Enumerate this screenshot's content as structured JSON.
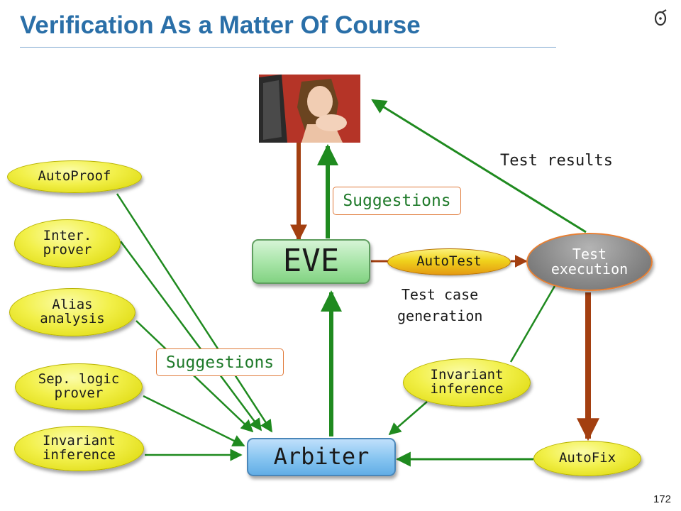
{
  "slide": {
    "title": "Verification As a Matter Of Course",
    "page_number": "172",
    "logo_icon": "eiffel-logo-icon"
  },
  "colors": {
    "title": "#2a6fa8",
    "arrow_green": "#1f8a1f",
    "arrow_brown": "#a33f10",
    "suggestions_text": "#1f7a2a"
  },
  "nodes": {
    "autoproof": "AutoProof",
    "inter_prover": [
      "Inter.",
      "prover"
    ],
    "alias_analysis": [
      "Alias",
      "analysis"
    ],
    "sep_logic_prover": [
      "Sep. logic",
      "prover"
    ],
    "invariant_inference_left": [
      "Invariant",
      "inference"
    ],
    "eve": "EVE",
    "arbiter": "Arbiter",
    "autotest": "AutoTest",
    "test_execution": [
      "Test",
      "execution"
    ],
    "invariant_inference_right": [
      "Invariant",
      "inference"
    ],
    "autofix": "AutoFix"
  },
  "labels": {
    "suggestions_top": "Suggestions",
    "suggestions_left": "Suggestions",
    "test_results": "Test results",
    "test_case_generation": [
      "Test case",
      "generation"
    ]
  }
}
